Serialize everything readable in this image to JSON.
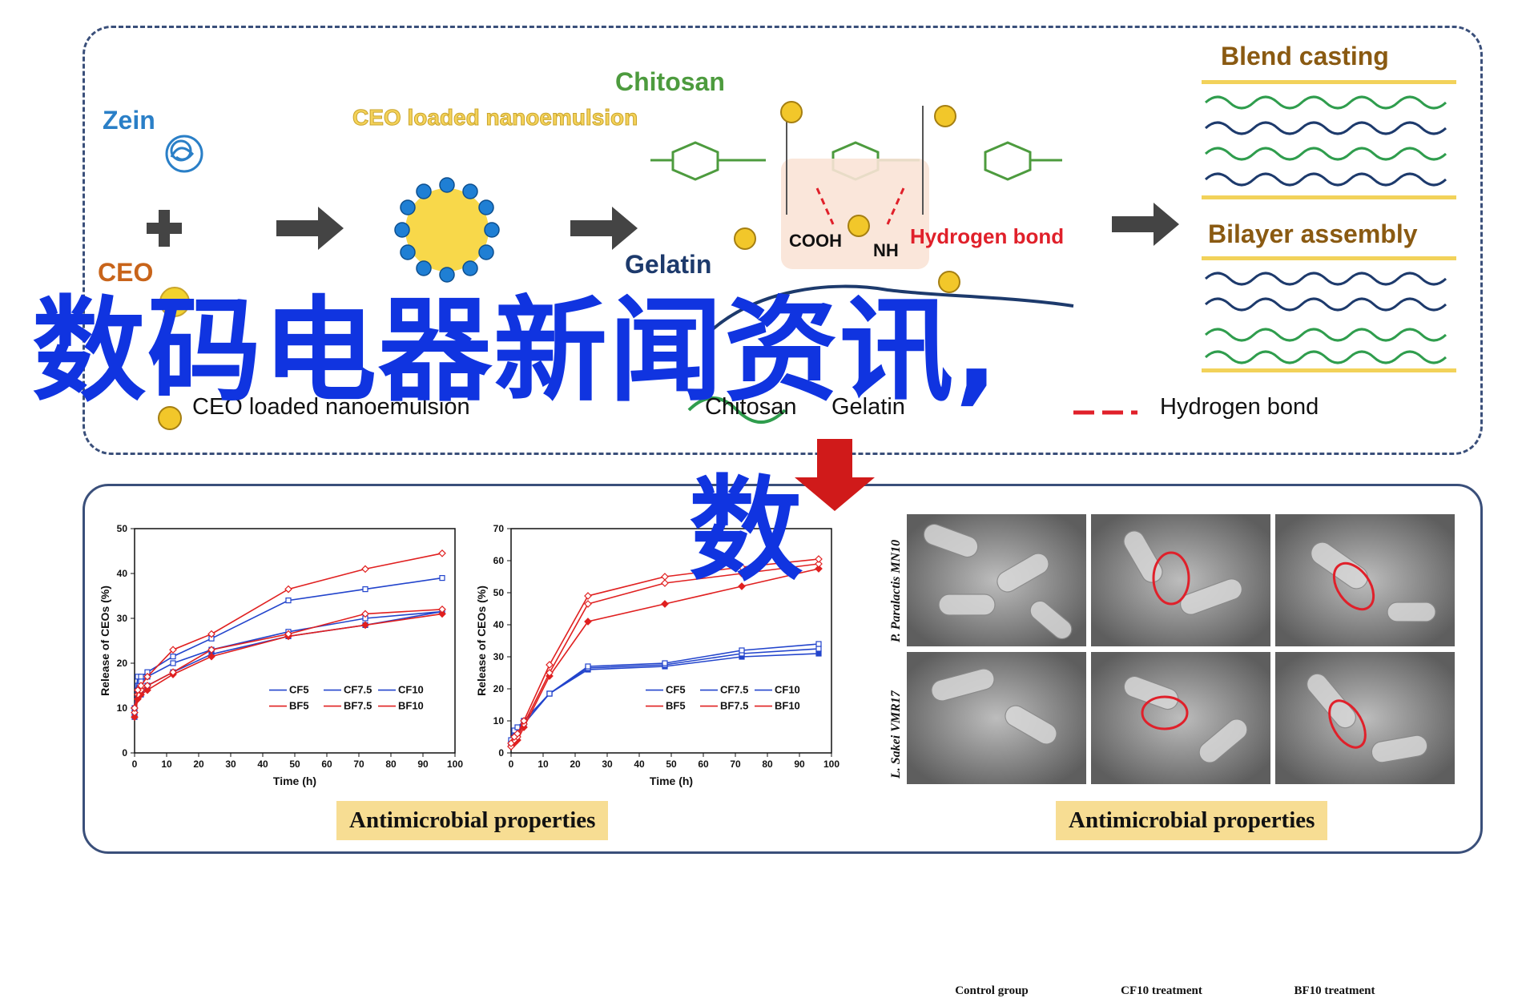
{
  "diagram": {
    "zein_label": "Zein",
    "ceo_label": "CEO",
    "nano_label": "CEO loaded nanoemulsion",
    "chitosan_label": "Chitosan",
    "gelatin_label": "Gelatin",
    "hbond_label": "Hydrogen bond",
    "cooh_label": "COOH",
    "nh2_label": "NH",
    "blend_label": "Blend casting",
    "bilayer_label": "Bilayer assembly",
    "legend": {
      "ceo": "CEO loaded nanoemulsion",
      "chitosan": "Chitosan",
      "gelatin": "Gelatin",
      "hbond": "Hydrogen bond"
    },
    "colors": {
      "zein": "#2a7fc7",
      "ceo": "#c8641a",
      "chitosan": "#4d9b3e",
      "gelatin": "#1d3a6c",
      "hbond": "#e0202a",
      "nano": "#f4d25a",
      "overlay": "#1034e0"
    }
  },
  "overlay_text": "数码电器新闻资讯,",
  "overlay_text_2": "数",
  "properties": [
    "Antimicrobial properties",
    "Antimicrobial properties"
  ],
  "sem": {
    "headers": [
      "Control group",
      "CF10 treatment",
      "BF10 treatment"
    ],
    "rows": [
      "P. Paralactis MN10",
      "L. Sakei VMR17"
    ]
  },
  "chart_data": [
    {
      "type": "line",
      "xlabel": "Time (h)",
      "ylabel": "Release of CEOs (%)",
      "xlim": [
        0,
        100
      ],
      "ylim": [
        0,
        50
      ],
      "xticks": [
        "0",
        "10",
        "20",
        "30",
        "40",
        "50",
        "60",
        "70",
        "80",
        "90",
        "100"
      ],
      "yticks": [
        "0",
        "10",
        "20",
        "30",
        "40",
        "50"
      ],
      "x": [
        0,
        1,
        2,
        4,
        12,
        24,
        48,
        72,
        96
      ],
      "series": [
        {
          "name": "CF5",
          "color": "#2244cc",
          "values": [
            8,
            14,
            13,
            15,
            18,
            22,
            26,
            28.5,
            31.5
          ]
        },
        {
          "name": "CF7.5",
          "color": "#2244cc",
          "values": [
            9,
            15,
            16,
            17,
            20,
            23,
            27,
            30,
            31.5
          ]
        },
        {
          "name": "CF10",
          "color": "#2244cc",
          "values": [
            10,
            17,
            17,
            18,
            21.5,
            25.5,
            34,
            36.5,
            39
          ]
        },
        {
          "name": "BF5",
          "color": "#e02020",
          "values": [
            8,
            12,
            13,
            14,
            17.5,
            21.5,
            26,
            28.5,
            31
          ]
        },
        {
          "name": "BF7.5",
          "color": "#e02020",
          "values": [
            9,
            13,
            14,
            15,
            18,
            23,
            26.5,
            31,
            32
          ]
        },
        {
          "name": "BF10",
          "color": "#e02020",
          "values": [
            10,
            14,
            15,
            17,
            23,
            26.5,
            36.5,
            41,
            44.5
          ]
        }
      ]
    },
    {
      "type": "line",
      "xlabel": "Time (h)",
      "ylabel": "Release of CEOs (%)",
      "xlim": [
        0,
        100
      ],
      "ylim": [
        0,
        70
      ],
      "xticks": [
        "0",
        "10",
        "20",
        "30",
        "40",
        "50",
        "60",
        "70",
        "80",
        "90",
        "100"
      ],
      "yticks": [
        "0",
        "10",
        "20",
        "30",
        "40",
        "50",
        "60",
        "70"
      ],
      "x": [
        0,
        1,
        2,
        4,
        12,
        24,
        48,
        72,
        96
      ],
      "series": [
        {
          "name": "CF5",
          "color": "#2244cc",
          "values": [
            3,
            5,
            6,
            9,
            18.5,
            26,
            27,
            30,
            31
          ]
        },
        {
          "name": "CF7.5",
          "color": "#2244cc",
          "values": [
            3,
            6,
            7,
            10,
            18.5,
            26.5,
            27.5,
            31,
            32.5
          ]
        },
        {
          "name": "CF10",
          "color": "#2244cc",
          "values": [
            4,
            7,
            8,
            10,
            18.5,
            27,
            28,
            32,
            34
          ]
        },
        {
          "name": "BF5",
          "color": "#e02020",
          "values": [
            2,
            3,
            4,
            8,
            24,
            41,
            46.5,
            52,
            57.5
          ]
        },
        {
          "name": "BF7.5",
          "color": "#e02020",
          "values": [
            2,
            4,
            5,
            9,
            25,
            46.5,
            53,
            56,
            59
          ]
        },
        {
          "name": "BF10",
          "color": "#e02020",
          "values": [
            3,
            5,
            6,
            10,
            27.5,
            49,
            55,
            58,
            60.5
          ]
        }
      ]
    }
  ]
}
